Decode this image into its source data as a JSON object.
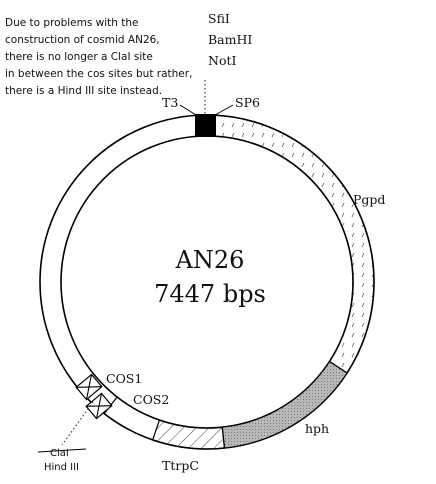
{
  "note": {
    "lines": [
      "Due to problems with the",
      "construction of cosmid AN26,",
      "there is no longer a ClaI site",
      "in between the cos sites but rather,",
      "there is a Hind III site instead."
    ]
  },
  "plasmid": {
    "name": "AN26",
    "size": "7447 bps"
  },
  "sites": {
    "top": [
      "SfiI",
      "BamHI",
      "NotI"
    ],
    "t3": "T3",
    "sp6": "SP6",
    "cla_struck": "ClaI",
    "hind": "Hind III"
  },
  "features": {
    "pgpd": "Pgpd",
    "hph": "hph",
    "ttrpc": "TtrpC",
    "cos1": "COS1",
    "cos2": "COS2"
  }
}
